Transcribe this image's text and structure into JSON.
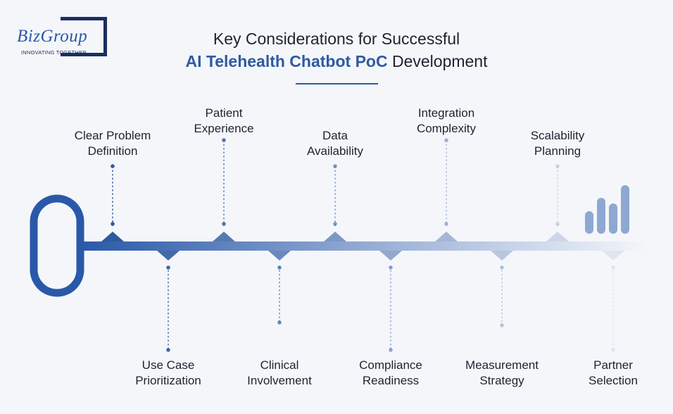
{
  "brand": {
    "name": "BizGroup",
    "tagline": "INNOVATING TOGETHER"
  },
  "title": {
    "line1": "Key Considerations for Successful",
    "line2_highlight": "AI Telehealth Chatbot PoC",
    "line2_rest": " Development"
  },
  "steps": [
    {
      "label_1": "Clear Problem",
      "label_2": "Definition",
      "side": "top"
    },
    {
      "label_1": "Use Case",
      "label_2": "Prioritization",
      "side": "bottom"
    },
    {
      "label_1": "Patient",
      "label_2": "Experience",
      "side": "top"
    },
    {
      "label_1": "Clinical",
      "label_2": "Involvement",
      "side": "bottom"
    },
    {
      "label_1": "Data",
      "label_2": "Availability",
      "side": "top"
    },
    {
      "label_1": "Compliance",
      "label_2": "Readiness",
      "side": "bottom"
    },
    {
      "label_1": "Integration",
      "label_2": "Complexity",
      "side": "top"
    },
    {
      "label_1": "Measurement",
      "label_2": "Strategy",
      "side": "bottom"
    },
    {
      "label_1": "Scalability",
      "label_2": "Planning",
      "side": "top"
    },
    {
      "label_1": "Partner",
      "label_2": "Selection",
      "side": "bottom"
    }
  ],
  "colors": {
    "primary": "#2f5aa0",
    "dark": "#1a2f5e",
    "background": "#f4f6fa"
  }
}
